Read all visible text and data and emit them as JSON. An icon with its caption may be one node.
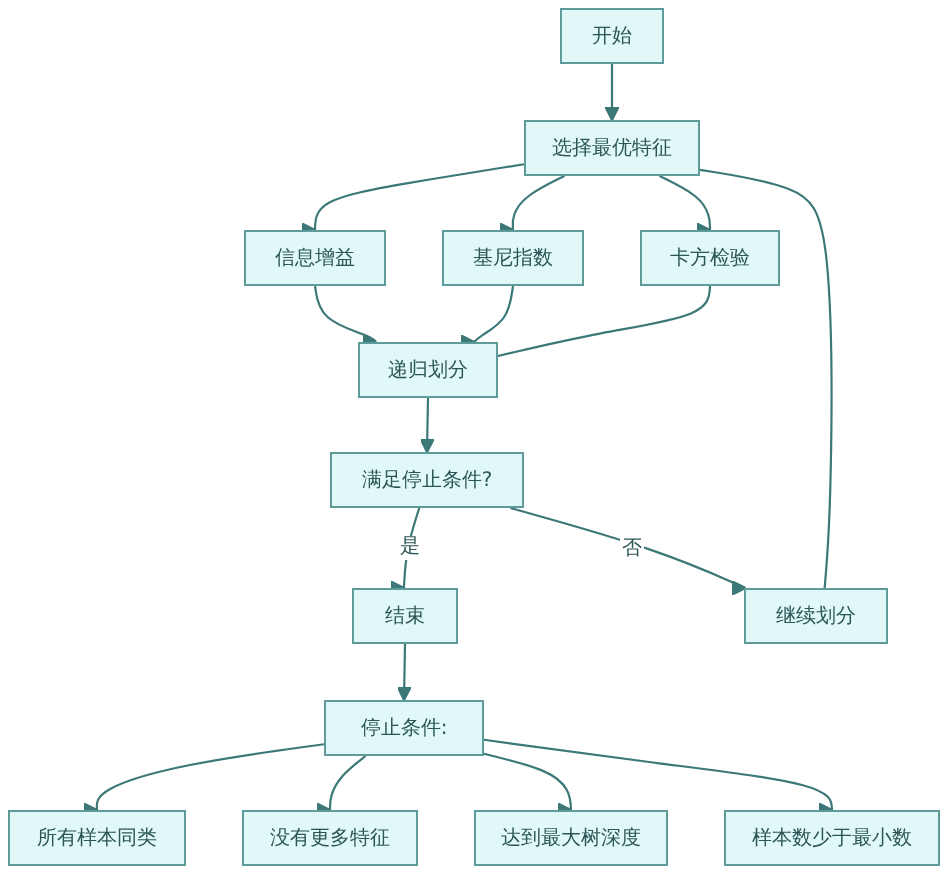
{
  "diagram": {
    "nodes": [
      {
        "text": [
          "开始"
        ]
      },
      {
        "text": [
          "选择最优特征"
        ]
      },
      {
        "text": [
          "信息增益"
        ]
      },
      {
        "text": [
          "基尼指数"
        ]
      },
      {
        "text": [
          "卡方检验"
        ]
      },
      {
        "text": [
          "递归划分"
        ]
      },
      {
        "text": [
          "满足停止条件?"
        ]
      },
      {
        "text": [
          "结束"
        ]
      },
      {
        "text": [
          "继续划分"
        ]
      },
      {
        "text": [
          "停止条件:"
        ]
      },
      {
        "text": [
          "所有样本同类"
        ]
      },
      {
        "text": [
          "没有更多特征"
        ]
      },
      {
        "text": [
          "达到最大树深度"
        ]
      },
      {
        "text": [
          "样本数少于最小数"
        ]
      }
    ],
    "edges": [
      {
        "from": 0,
        "to": 1,
        "arrow": "to"
      },
      {
        "from": 1,
        "to": 2,
        "arrow": "to"
      },
      {
        "from": 1,
        "to": 3,
        "arrow": "to"
      },
      {
        "from": 1,
        "to": 4,
        "arrow": "to"
      },
      {
        "from": 2,
        "to": 5,
        "arrow": "to"
      },
      {
        "from": 3,
        "to": 5,
        "arrow": "to"
      },
      {
        "from": 4,
        "to": 5,
        "arrow": "to"
      },
      {
        "from": 5,
        "to": 6,
        "arrow": "to"
      },
      {
        "from": 6,
        "to": 7,
        "arrow": "to",
        "label": "是"
      },
      {
        "from": 6,
        "to": 8,
        "arrow": "to",
        "label": "否"
      },
      {
        "from": 8,
        "to": 1,
        "arrow": "to"
      },
      {
        "from": 7,
        "to": 9,
        "arrow": "to"
      },
      {
        "from": 9,
        "to": 10,
        "arrow": "to"
      },
      {
        "from": 9,
        "to": 11,
        "arrow": "to"
      },
      {
        "from": 9,
        "to": 12,
        "arrow": "to"
      },
      {
        "from": 9,
        "to": 13,
        "arrow": "to"
      }
    ]
  }
}
